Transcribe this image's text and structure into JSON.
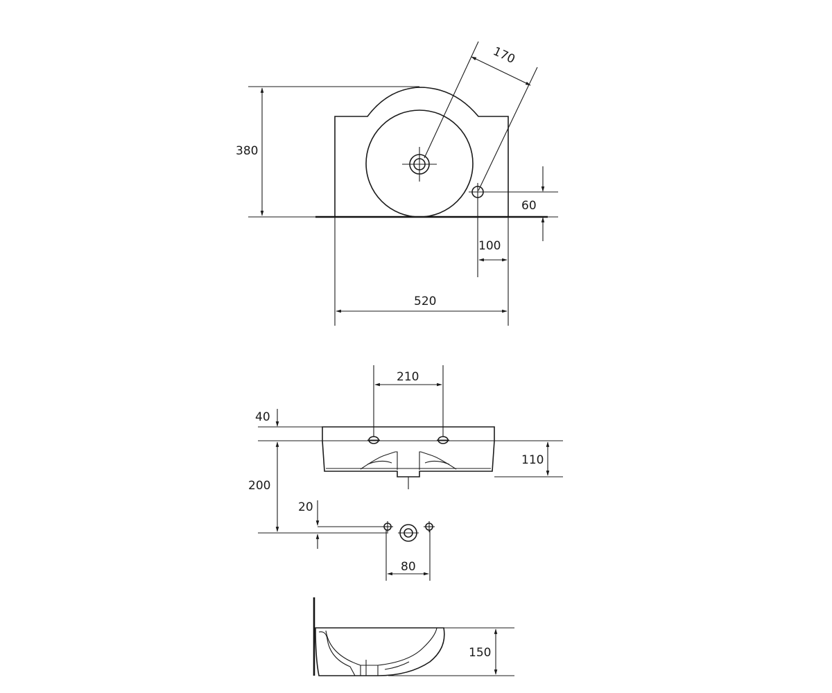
{
  "drawing": {
    "top_view": {
      "dim_height": "380",
      "dim_radius": "170",
      "dim_tap_offset": "60",
      "dim_tap_side": "100",
      "dim_width": "520"
    },
    "front_view": {
      "dim_tap_spacing": "210",
      "dim_top_offset": "40",
      "dim_body_height": "110",
      "dim_wall_to_tap": "200",
      "dim_small_offset": "20",
      "dim_bracket_spacing": "80"
    },
    "side_view": {
      "dim_depth": "150"
    }
  },
  "colors": {
    "line": "#1a1a1a",
    "background": "#ffffff"
  }
}
